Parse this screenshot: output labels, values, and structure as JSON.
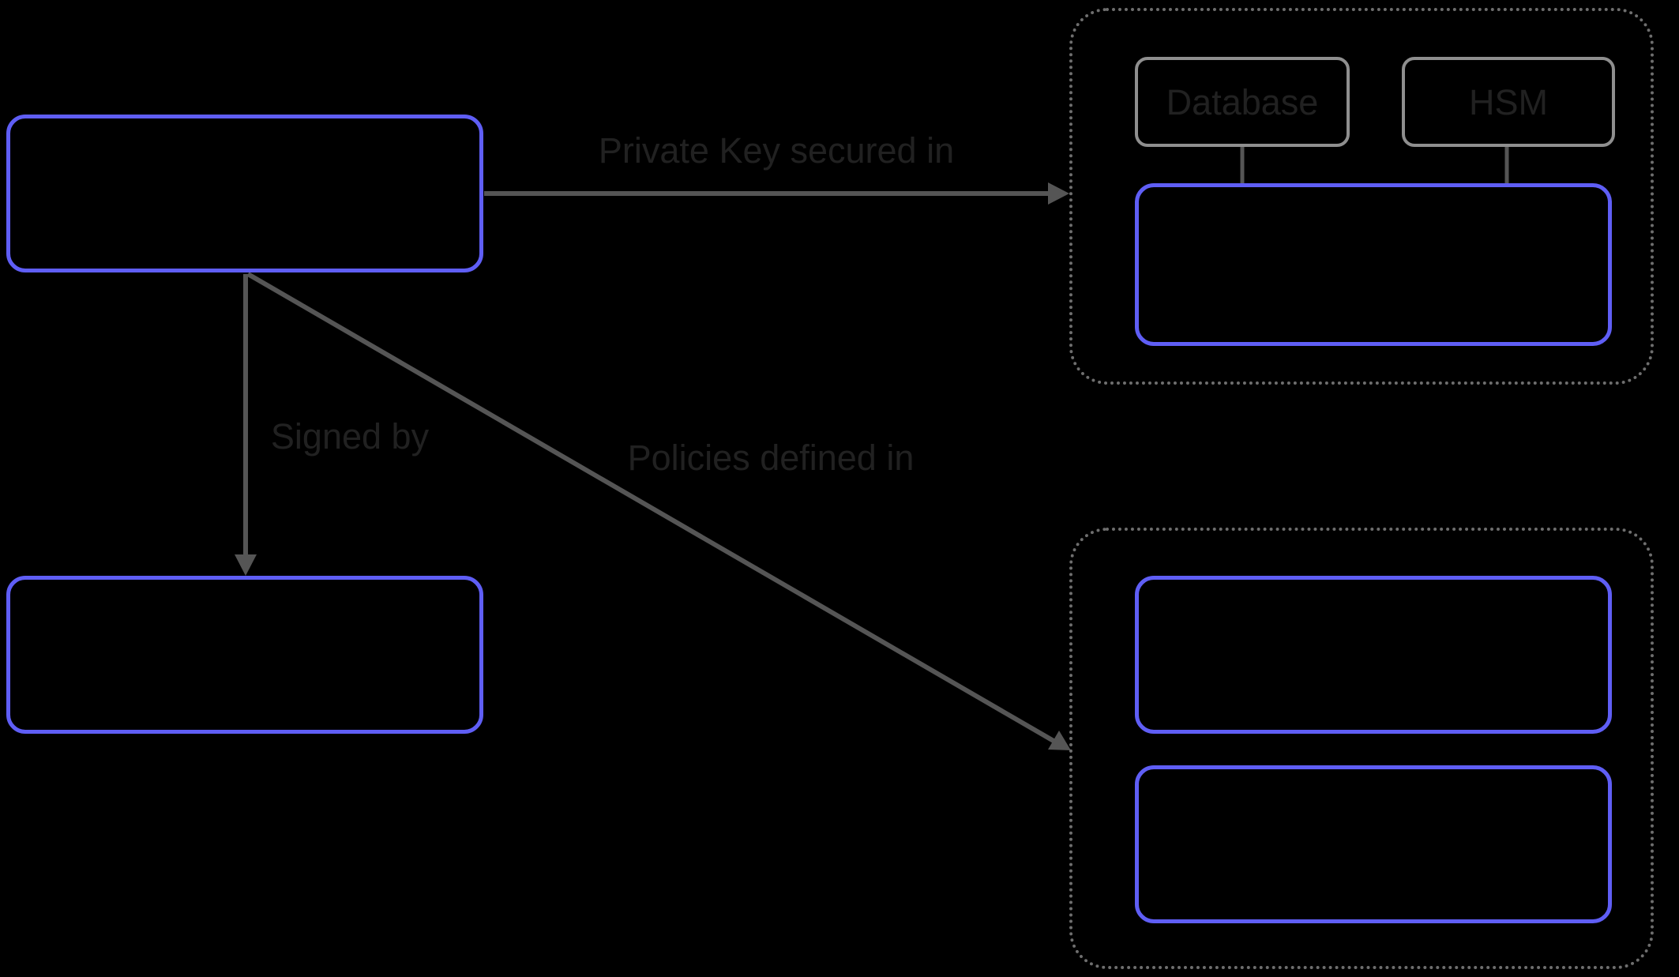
{
  "colors": {
    "canvas_background": "#000000",
    "primary_node_border": "#5f5ef5",
    "group_border": "#6e6e6e",
    "secondary_node_border": "#8f8f8f",
    "connector": "#555555",
    "label_text": "#212121"
  },
  "nodes": {
    "database": {
      "label": "Database"
    },
    "hsm": {
      "label": "HSM"
    }
  },
  "edges": {
    "private_key": {
      "label": "Private Key secured in"
    },
    "signed_by": {
      "label": "Signed by"
    },
    "policies": {
      "label": "Policies defined in"
    }
  }
}
